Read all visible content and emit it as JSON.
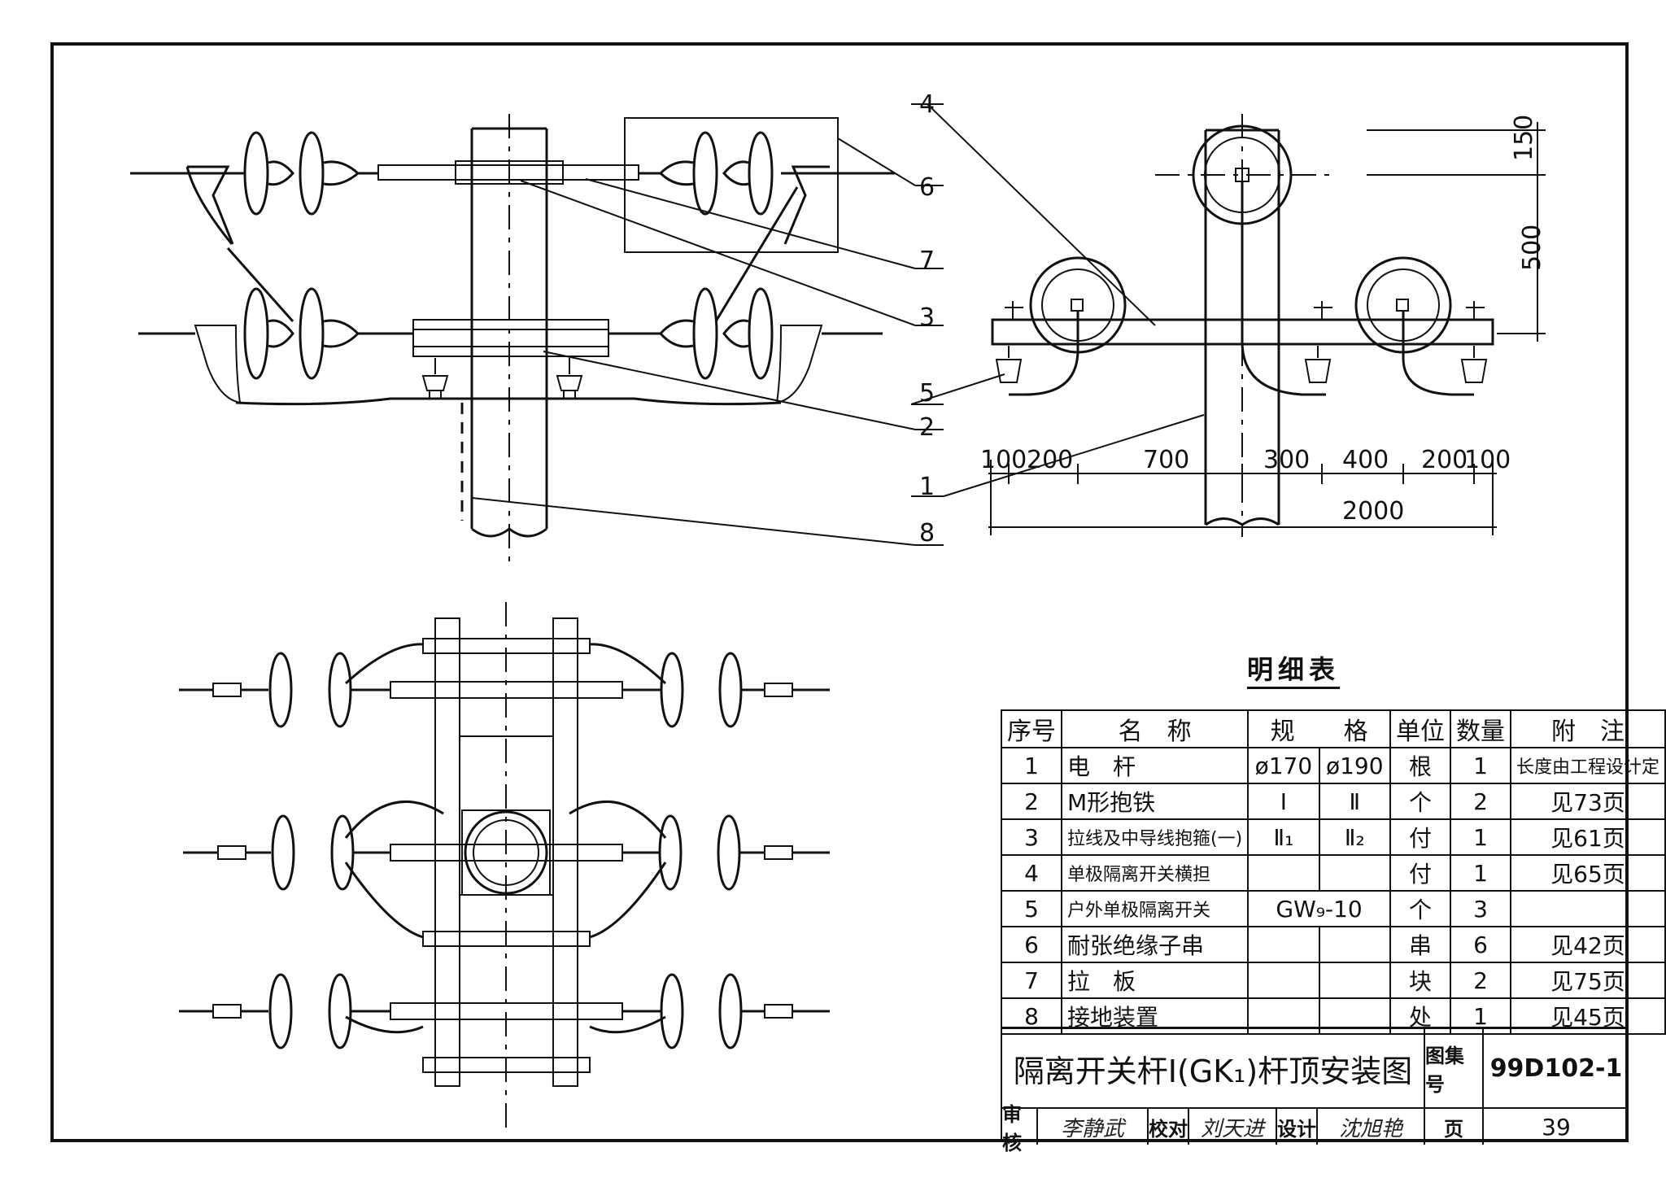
{
  "callouts": [
    "1",
    "2",
    "3",
    "4",
    "5",
    "6",
    "7",
    "8"
  ],
  "dimensions": {
    "top_150": "150",
    "side_500": "500",
    "d100a": "100",
    "d200a": "200",
    "d700": "700",
    "d300": "300",
    "d400": "400",
    "d200b": "200",
    "d100b": "100",
    "total": "2000"
  },
  "parts_table": {
    "title": "明细表",
    "headers": {
      "no": "序号",
      "name": "名　称",
      "spec": "规　　格",
      "unit": "单位",
      "qty": "数量",
      "note": "附　注"
    },
    "rows": [
      {
        "no": "1",
        "name": "电　杆",
        "spec1": "ø170",
        "spec2": "ø190",
        "unit": "根",
        "qty": "1",
        "note": "长度由工程设计定"
      },
      {
        "no": "2",
        "name": "M形抱铁",
        "spec1": "I",
        "spec2": "Ⅱ",
        "unit": "个",
        "qty": "2",
        "note": "见73页"
      },
      {
        "no": "3",
        "name": "拉线及中导线抱箍(一)",
        "spec1": "Ⅱ₁",
        "spec2": "Ⅱ₂",
        "unit": "付",
        "qty": "1",
        "note": "见61页"
      },
      {
        "no": "4",
        "name": "单极隔离开关横担",
        "spec1": "",
        "spec2": "",
        "unit": "付",
        "qty": "1",
        "note": "见65页"
      },
      {
        "no": "5",
        "name": "户外单极隔离开关",
        "spec1": "GW₉-10",
        "spec2": "",
        "unit": "个",
        "qty": "3",
        "note": ""
      },
      {
        "no": "6",
        "name": "耐张绝缘子串",
        "spec1": "",
        "spec2": "",
        "unit": "串",
        "qty": "6",
        "note": "见42页"
      },
      {
        "no": "7",
        "name": "拉　板",
        "spec1": "",
        "spec2": "",
        "unit": "块",
        "qty": "2",
        "note": "见75页"
      },
      {
        "no": "8",
        "name": "接地装置",
        "spec1": "",
        "spec2": "",
        "unit": "处",
        "qty": "1",
        "note": "见45页"
      }
    ]
  },
  "title_block": {
    "title": "隔离开关杆Ⅰ(GK₁)杆顶安装图",
    "atlas_label": "图集号",
    "atlas_no": "99D102-1",
    "review_label": "审核",
    "review_sig": "李静武",
    "check_label": "校对",
    "check_sig": "刘天进",
    "design_label": "设计",
    "design_sig": "沈旭艳",
    "page_label": "页",
    "page_no": "39"
  }
}
